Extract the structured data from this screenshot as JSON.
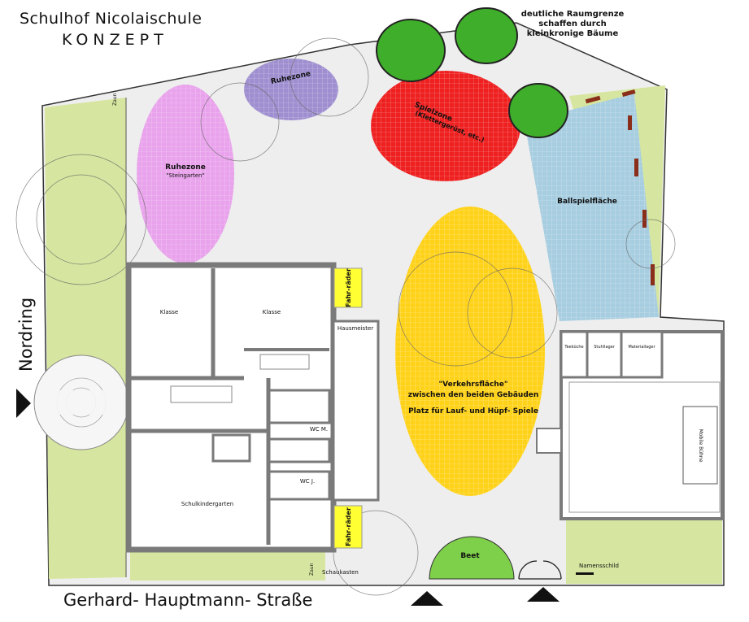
{
  "title_line1": "Schulhof  Nicolaischule",
  "title_line2": "KONZEPT",
  "street_bottom": "Gerhard- Hauptmann- Straße",
  "street_left": "Nordring",
  "note": "deutliche Raumgrenze schaffen durch kleinkronige Bäume",
  "zones": {
    "ruhezone_left": "Ruhezone",
    "ruhezone_left_sub": "\"Steingarten\"",
    "ruhezone_top": "Ruhezone",
    "spielzone": "Spielzone",
    "spielzone_sub": "(Klettergerüst, etc.)",
    "ballspiel": "Ballspielfläche",
    "verkehr_1": "\"Verkehrsfläche\"",
    "verkehr_2": "zwischen den beiden Gebäuden",
    "verkehr_3": "Platz für Lauf- und Hüpf- Spiele",
    "beet": "Beet"
  },
  "rooms": {
    "klasse1": "Klasse",
    "klasse2": "Klasse",
    "hausmeister": "Hausmeister",
    "wc_m": "WC M.",
    "wc_j": "WC J.",
    "schulkindergarten": "Schulkindergarten",
    "teekueche": "Teeküche",
    "stuhllager": "Stuhllager",
    "materiallager": "Materiallager",
    "buehne": "Mobile Bühne"
  },
  "labels": {
    "fahrraeder_top": "Fahr-räder",
    "fahrraeder_bottom": "Fahr-räder",
    "zaun_top": "Zaun",
    "zaun_bottom": "Zaun",
    "schaukasten": "Schaukasten",
    "namensschild": "Namensschild"
  },
  "colors": {
    "grass": "#d6e6a0",
    "yard": "#eeeeee",
    "ruhezone_left": "#e9a2ec",
    "ruhezone_top": "#9f8fd0",
    "spielzone": "#ee2020",
    "ballspiel": "#a7cde0",
    "verkehr": "#ffd21a",
    "beet": "#7ed04a",
    "tree": "#3fae2a",
    "fahrrad": "#ffff33",
    "wall": "#7a7a7a"
  }
}
